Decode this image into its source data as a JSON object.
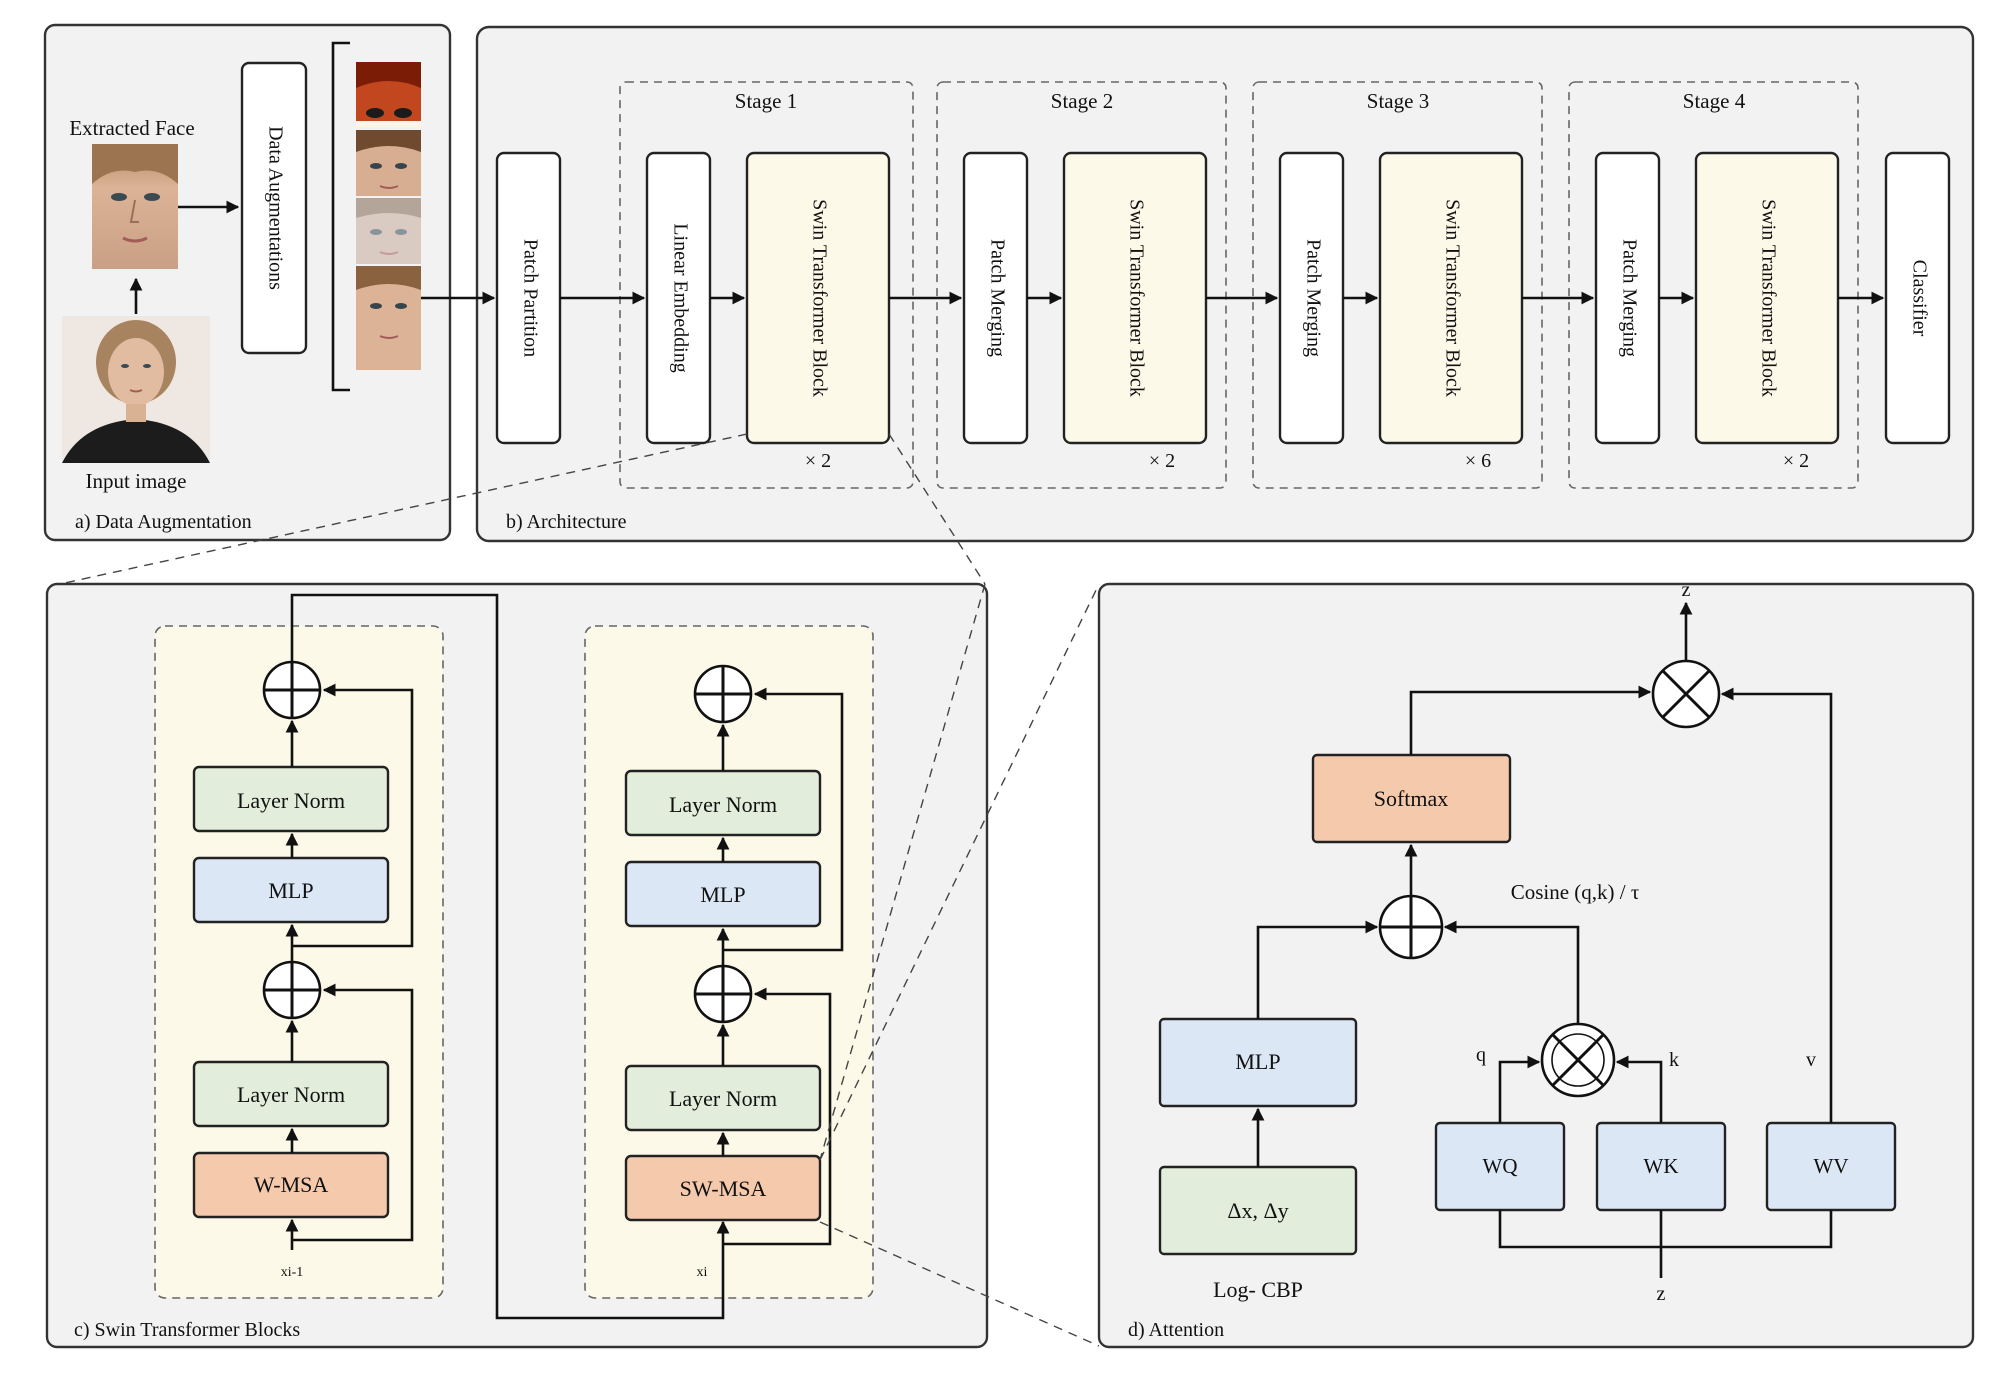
{
  "colors": {
    "panel_bg": "#f2f2f2",
    "white_box": "#ffffff",
    "cream_box": "#fdf9e8",
    "yellow_panel": "#fdf9e8",
    "green_box": "#e2eedb",
    "blue_box": "#dce7f5",
    "orange_box": "#f5c9ac"
  },
  "panel_a": {
    "caption": "a) Data Augmentation",
    "extracted_face_label": "Extracted Face",
    "input_image_label": "Input image",
    "augment_box_label": "Data Augmentations"
  },
  "panel_b": {
    "caption": "b) Architecture",
    "patch_partition": "Patch Partition",
    "linear_embedding": "Linear Embedding",
    "patch_merging": "Patch Merging",
    "swin_block": "Swin Transformer Block",
    "classifier": "Classifier",
    "stages": [
      {
        "title": "Stage 1",
        "repeat": "× 2"
      },
      {
        "title": "Stage 2",
        "repeat": "× 2"
      },
      {
        "title": "Stage 3",
        "repeat": "× 6"
      },
      {
        "title": "Stage 4",
        "repeat": "× 2"
      }
    ]
  },
  "panel_c": {
    "caption": "c) Swin Transformer Blocks",
    "left_block": {
      "layer_norm_top": "Layer Norm",
      "mlp": "MLP",
      "layer_norm_bottom": "Layer Norm",
      "attention": "W-MSA",
      "input_label": "xi-1"
    },
    "right_block": {
      "layer_norm_top": "Layer Norm",
      "mlp": "MLP",
      "layer_norm_bottom": "Layer Norm",
      "attention": "SW-MSA",
      "input_label": "xi"
    }
  },
  "panel_d": {
    "caption": "d) Attention",
    "softmax": "Softmax",
    "cosine_label": "Cosine (q,k) / τ",
    "mlp": "MLP",
    "delta": "Δx, Δy",
    "log_cbp": "Log- CBP",
    "wq": "WQ",
    "wk": "WK",
    "wv": "WV",
    "q_label": "q",
    "k_label": "k",
    "v_label": "v",
    "z_top": "z",
    "z_bottom": "z"
  }
}
